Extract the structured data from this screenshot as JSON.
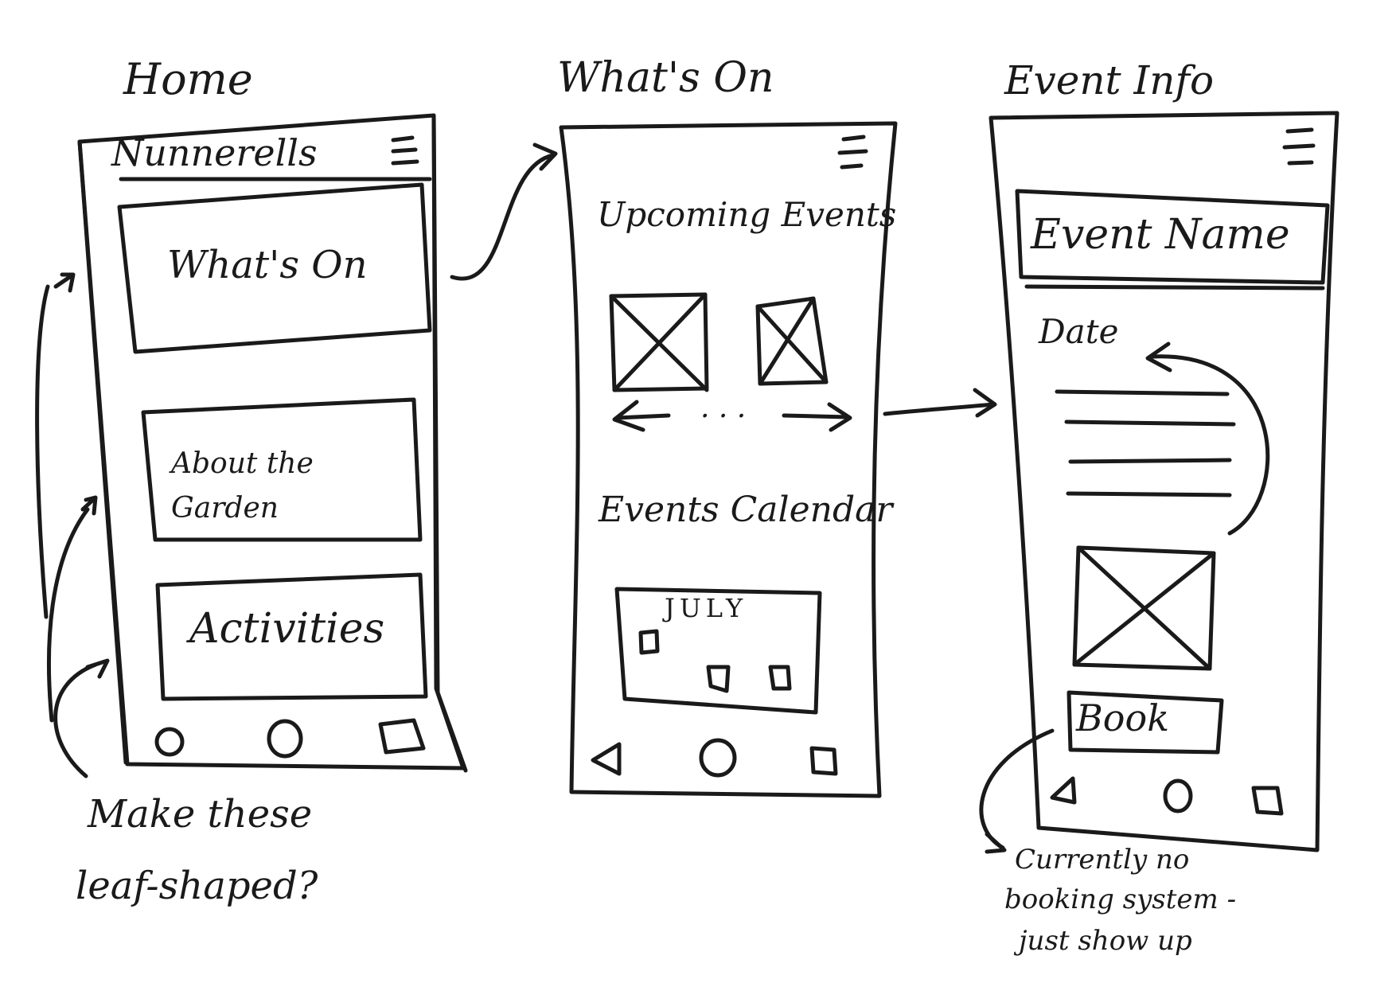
{
  "screens": {
    "home": {
      "title": "Home",
      "brand": "Nunnerells",
      "buttons": [
        "What's On",
        "About the Garden",
        "Activities"
      ]
    },
    "whats_on": {
      "title": "What's On",
      "upcoming_heading": "Upcoming Events",
      "carousel_dots": ". . .",
      "calendar_heading": "Events Calendar",
      "calendar_month": "JULY"
    },
    "event_info": {
      "title": "Event Info",
      "event_name": "Event Name",
      "date_label": "Date",
      "book_label": "Book"
    }
  },
  "notes": {
    "home_note": [
      "Make these",
      "leaf-shaped?"
    ],
    "book_note": [
      "Currently no",
      "booking system -",
      "just show up"
    ]
  },
  "icons": [
    "menu-icon",
    "placeholder-image-icon",
    "back-nav-icon",
    "home-nav-icon",
    "recent-nav-icon",
    "arrow-icon"
  ]
}
